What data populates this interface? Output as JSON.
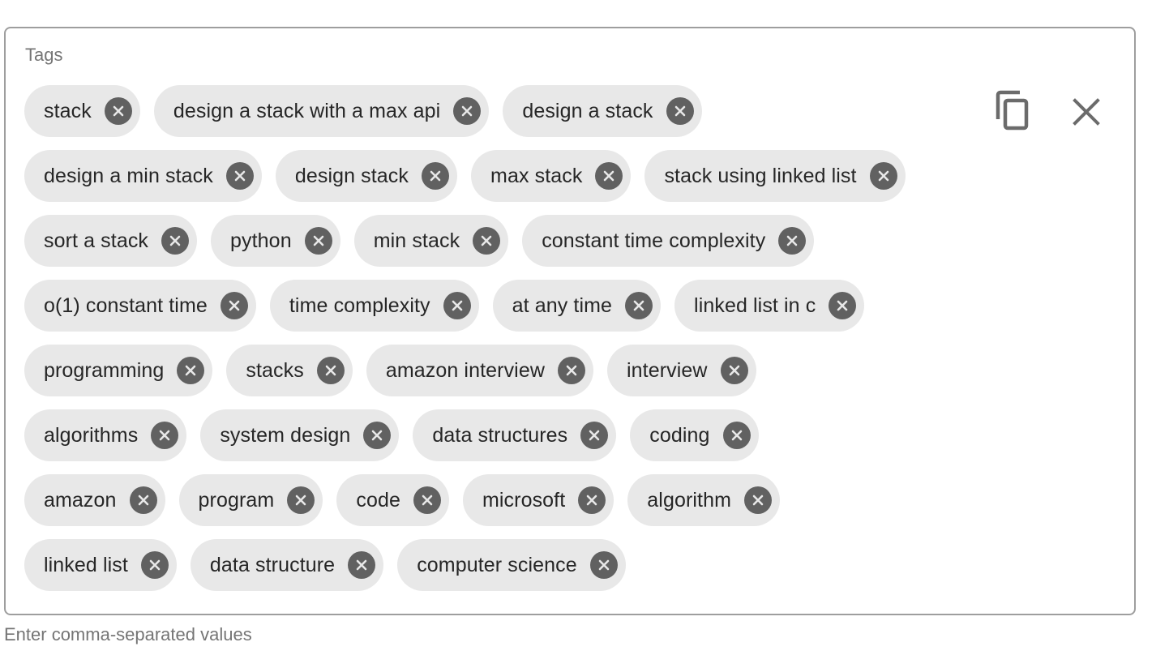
{
  "tags_field": {
    "label": "Tags",
    "helper_text": "Enter comma-separated values",
    "rows": [
      [
        "stack",
        "design a stack with a max api",
        "design a stack"
      ],
      [
        "design a min stack",
        "design stack",
        "max stack",
        "stack using linked list"
      ],
      [
        "sort a stack",
        "python",
        "min stack",
        "constant time complexity"
      ],
      [
        "o(1) constant time",
        "time complexity",
        "at any time",
        "linked list in c"
      ],
      [
        "programming",
        "stacks",
        "amazon interview",
        "interview"
      ],
      [
        "algorithms",
        "system design",
        "data structures",
        "coding"
      ],
      [
        "amazon",
        "program",
        "code",
        "microsoft",
        "algorithm"
      ],
      [
        "linked list",
        "data structure",
        "computer science"
      ]
    ],
    "icons": {
      "chip_remove": "cancel-circle-icon",
      "copy": "copy-icon",
      "clear": "close-icon"
    }
  },
  "colors": {
    "chip_background": "#e8e8e8",
    "chip_text": "#262626",
    "remove_icon": "#616161",
    "border": "#9e9e9e",
    "label": "#757575",
    "action_icon": "#6b6b6b"
  }
}
